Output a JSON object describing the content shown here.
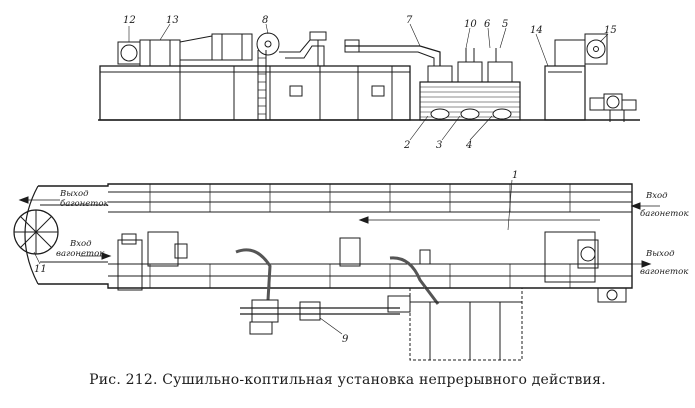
{
  "numbers": {
    "n1": "1",
    "n2": "2",
    "n3": "3",
    "n4": "4",
    "n5": "5",
    "n6": "6",
    "n7": "7",
    "n8": "8",
    "n9": "9",
    "n10": "10",
    "n11": "11",
    "n12": "12",
    "n13": "13",
    "n14": "14",
    "n15": "15"
  },
  "labels": {
    "exit_word": "Выход",
    "exit_obj": "багонеток",
    "entry_word": "Вход",
    "entry_obj": "вагонеток",
    "entry_obj_alt": "багонеток",
    "exit_obj_alt": "вагонеток"
  },
  "caption": "Рис. 212. Сушильно-коптильная установка непрерывного действия."
}
